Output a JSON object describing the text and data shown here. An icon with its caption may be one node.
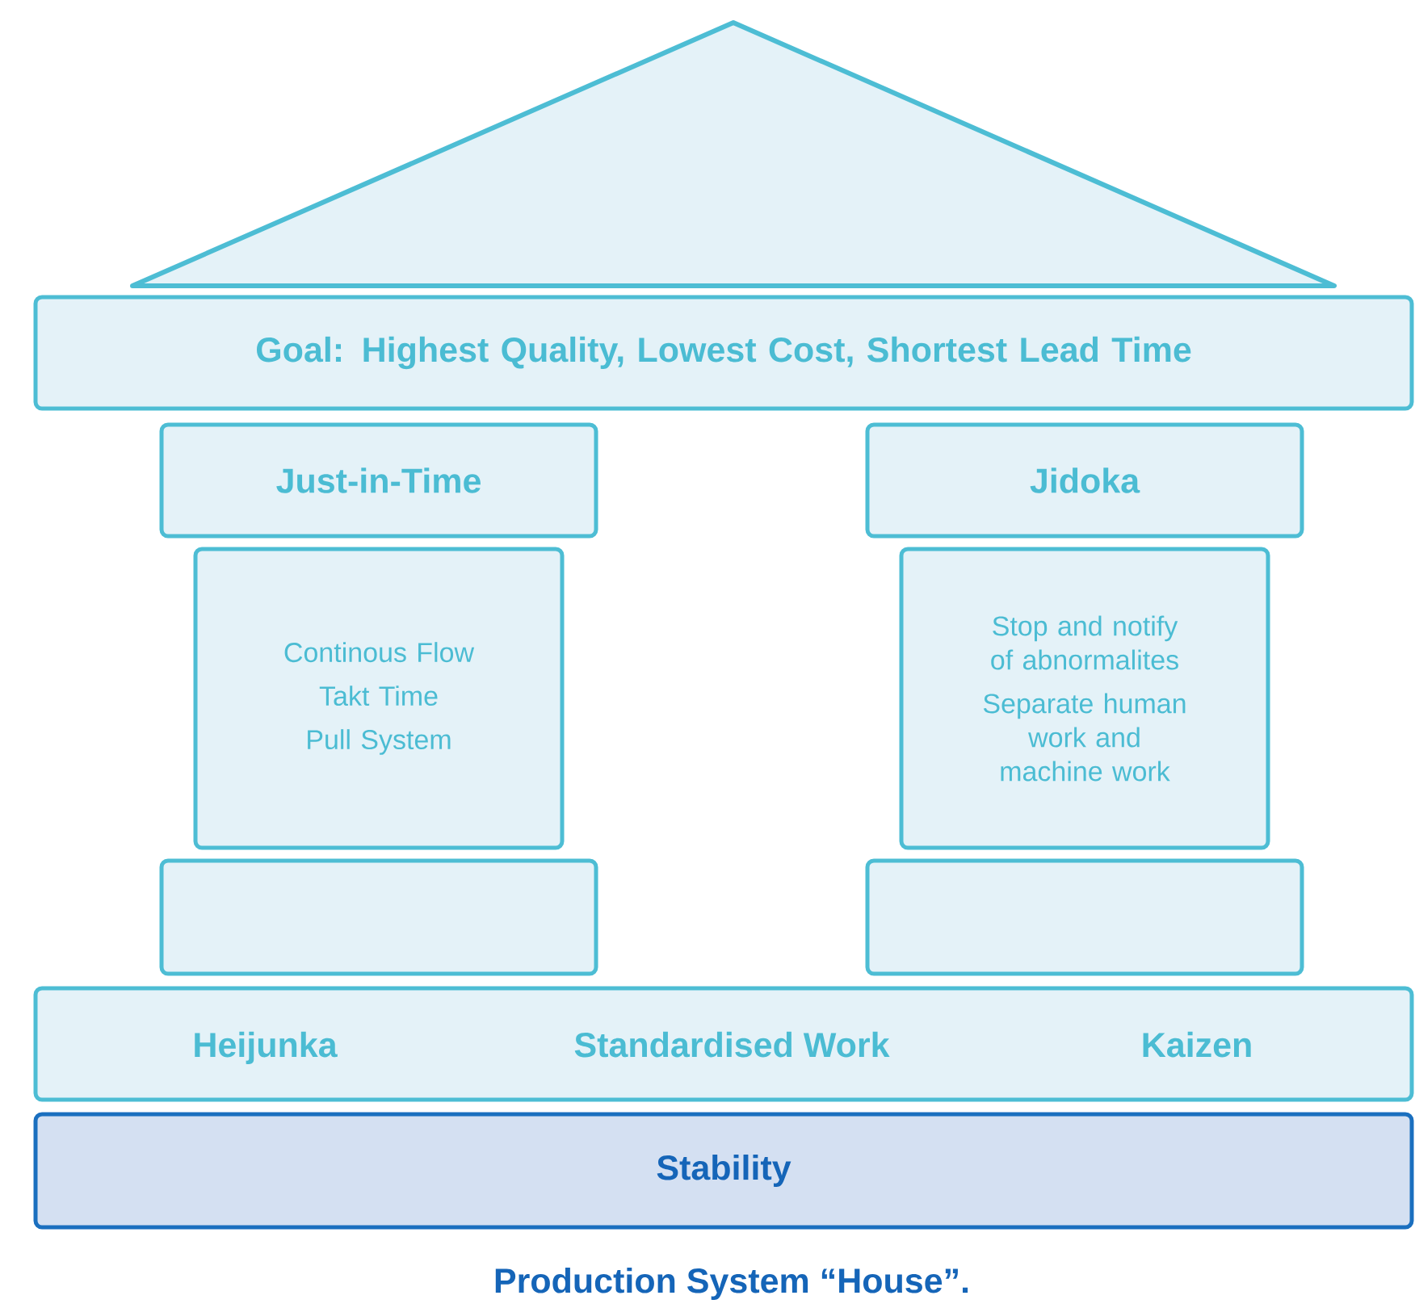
{
  "diagram": {
    "caption": "Production System “House”.",
    "nodes": [
      {
        "text": [],
        "shape": "triangle"
      },
      {
        "text": [
          "Goal: Highest Quality, Lowest Cost, Shortest Lead Time"
        ]
      },
      {
        "text": [
          "Just-in-Time"
        ]
      },
      {
        "text": [
          "Continous Flow",
          "Takt Time",
          "Pull System"
        ]
      },
      {
        "text": [
          "Jidoka"
        ]
      },
      {
        "text": [
          "Stop and notify of abnormalites",
          "Separate human work and machine work"
        ]
      },
      {
        "text": [],
        "shape": "box"
      },
      {
        "text": [],
        "shape": "box"
      },
      {
        "text": [
          "Heijunka",
          "Standardised Work",
          "Kaizen"
        ]
      },
      {
        "text": [
          "Stability"
        ]
      }
    ]
  }
}
